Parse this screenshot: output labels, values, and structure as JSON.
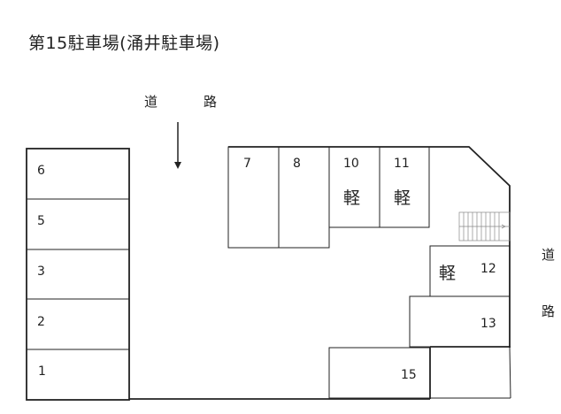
{
  "title": "第15駐車場(涌井駐車場)",
  "road_top": {
    "char1": "道",
    "char2": "路"
  },
  "road_right": {
    "char1": "道",
    "char2": "路"
  },
  "spaces": {
    "s1": "1",
    "s2": "2",
    "s3": "3",
    "s5": "5",
    "s6": "6",
    "s7": "7",
    "s8": "8",
    "s10": "10",
    "s11": "11",
    "s12": "12",
    "s13": "13",
    "s15": "15"
  },
  "kei_label": "軽",
  "line_color": "#222222"
}
